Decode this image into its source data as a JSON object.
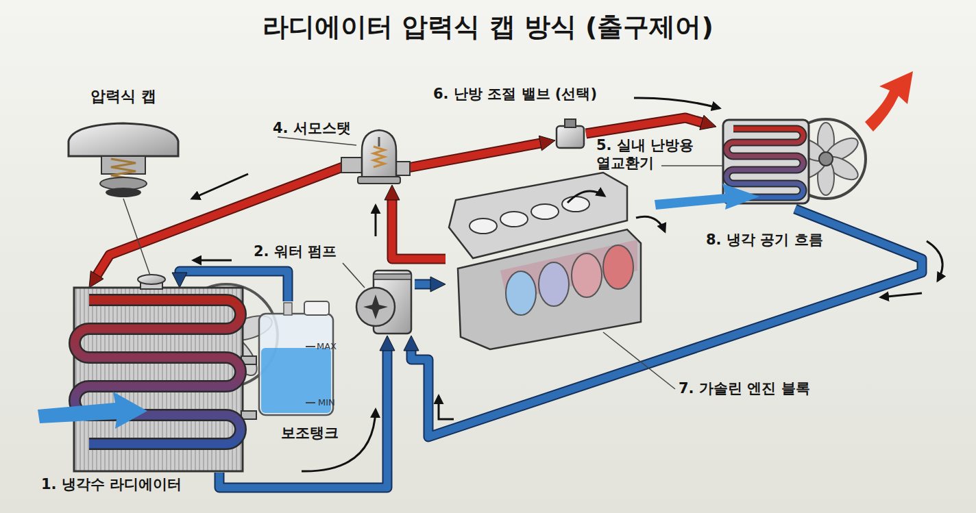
{
  "diagram": {
    "title": "라디에이터 압력식 캡 방식 (출구제어)",
    "nodes": [
      {
        "text": [
          "압력식 캡"
        ]
      },
      {
        "text": [
          "4. 서모스탯"
        ]
      },
      {
        "text": [
          "6. 난방 조절 밸브 (선택)"
        ]
      },
      {
        "text": [
          "5. 실내 난방용 열교환기"
        ]
      },
      {
        "text": [
          "2. 워터 펌프"
        ]
      },
      {
        "text": [
          "7. 가솔린 엔진 블록"
        ]
      },
      {
        "text": [
          "MAX",
          "MIN",
          "보조탱크"
        ]
      },
      {
        "text": [
          "1. 냉각수 라디에이터"
        ]
      }
    ],
    "edges": [
      {
        "from": 7,
        "to": 4,
        "arrow": "to"
      },
      {
        "from": 4,
        "to": 5,
        "arrow": "to"
      },
      {
        "from": 5,
        "to": 1,
        "arrow": "to"
      },
      {
        "from": 1,
        "to": 7,
        "arrow": "to"
      },
      {
        "from": 1,
        "to": 2,
        "arrow": "to"
      },
      {
        "from": 2,
        "to": 3,
        "arrow": "to"
      },
      {
        "from": 3,
        "to": 4,
        "arrow": "to"
      },
      {
        "from": 6,
        "to": 7,
        "arrow": "to"
      }
    ],
    "labels": [
      "8. 냉각 공기 흐름"
    ]
  }
}
